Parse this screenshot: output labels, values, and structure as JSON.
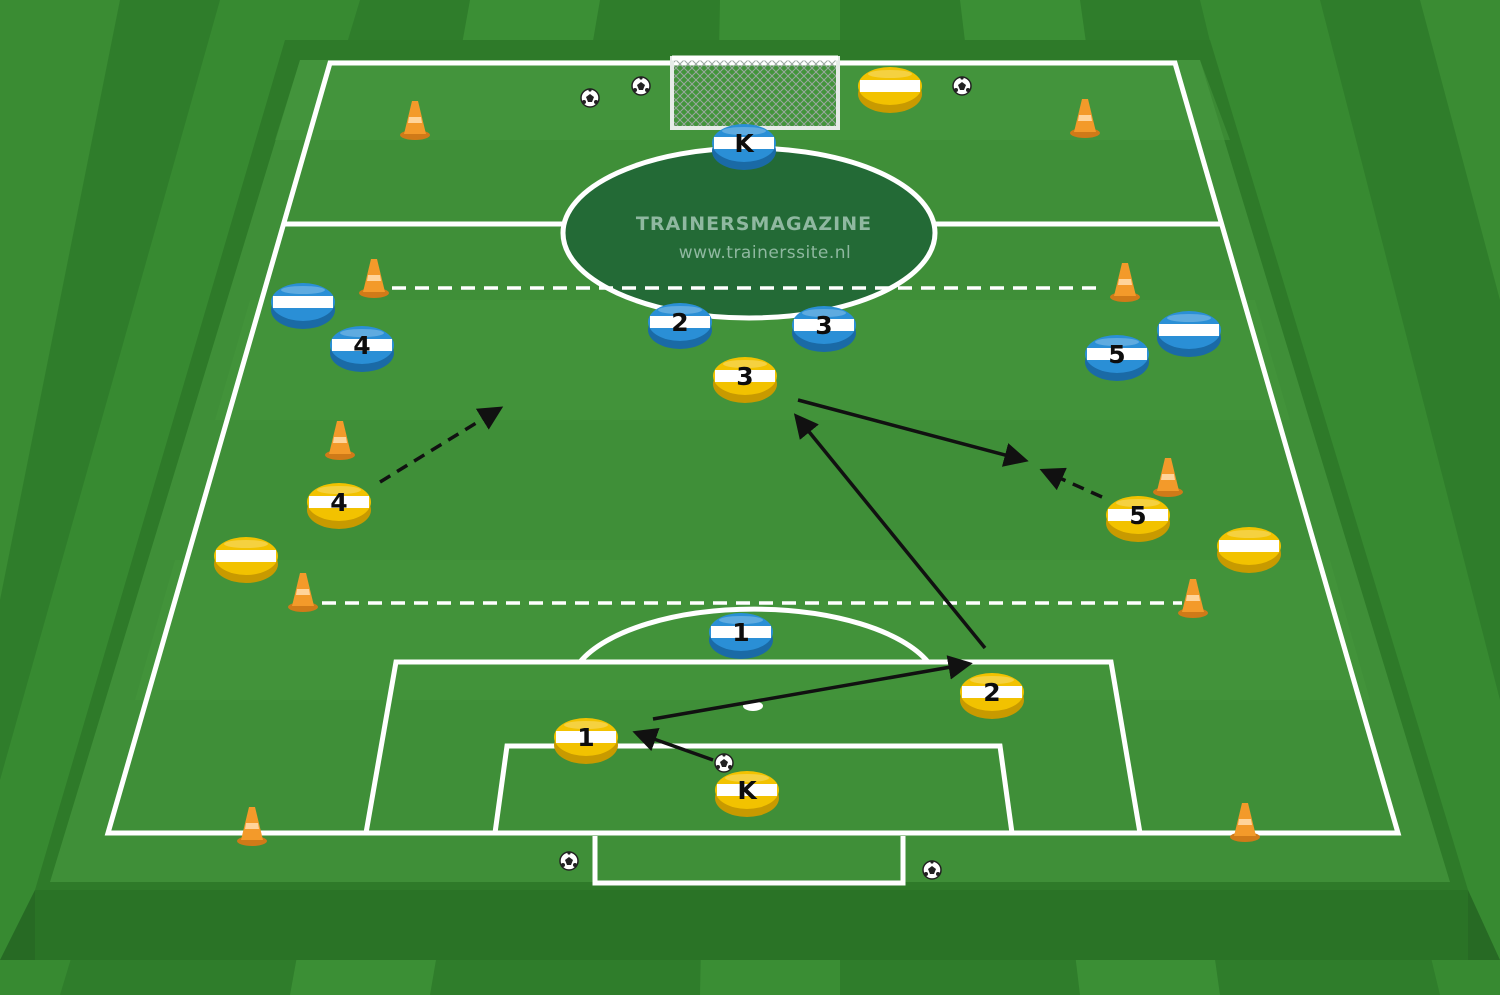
{
  "watermark": {
    "title": "TRAINERSMAGAZINE",
    "url": "www.trainerssite.nl"
  },
  "colors": {
    "team_yellow": "#f2c200",
    "team_blue": "#2a8fd6",
    "cone": "#f39a2a",
    "lines": "#ffffff",
    "arrows": "#111111"
  },
  "players": {
    "blue": [
      {
        "label": "K"
      },
      {
        "label": "2"
      },
      {
        "label": "3"
      },
      {
        "label": "4"
      },
      {
        "label": "5"
      },
      {
        "label": "1"
      },
      {
        "label": ""
      },
      {
        "label": ""
      }
    ],
    "yellow": [
      {
        "label": "3"
      },
      {
        "label": "4"
      },
      {
        "label": "5"
      },
      {
        "label": "2"
      },
      {
        "label": "1"
      },
      {
        "label": "K"
      },
      {
        "label": ""
      },
      {
        "label": ""
      },
      {
        "label": ""
      }
    ]
  },
  "icons": [
    "cone-icon",
    "ball-icon",
    "goal-icon"
  ]
}
